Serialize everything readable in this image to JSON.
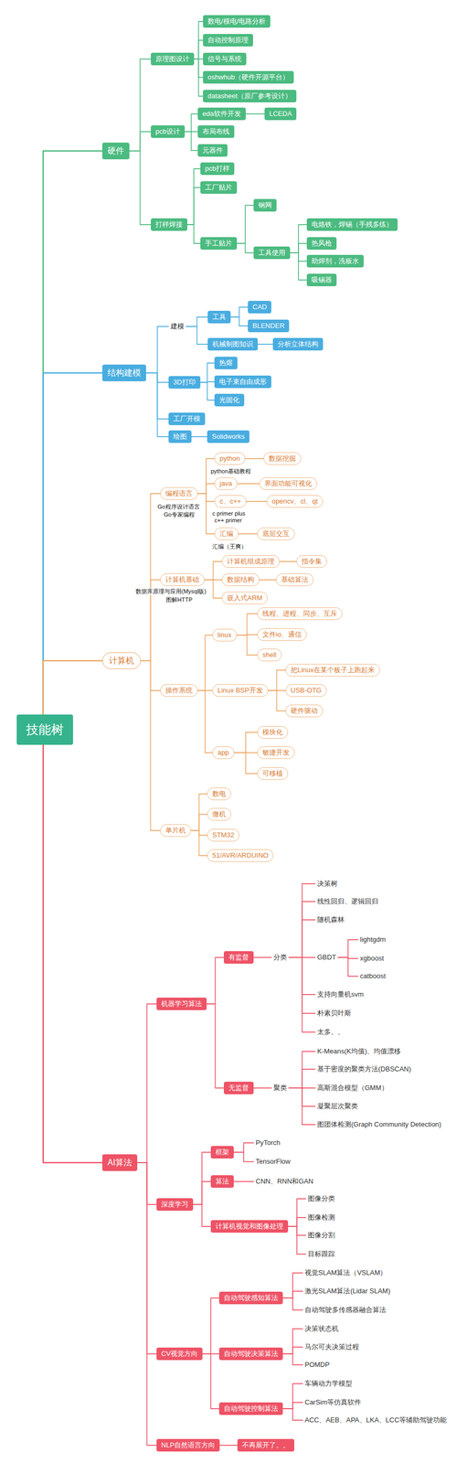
{
  "diagram": {
    "nodes": [
      {
        "text": [
          "技能树"
        ]
      },
      {
        "text": [
          "硬件"
        ]
      },
      {
        "text": [
          "原理图设计"
        ]
      },
      {
        "text": [
          "数电/模电/电路分析"
        ]
      },
      {
        "text": [
          "自动控制原理"
        ]
      },
      {
        "text": [
          "信号与系统"
        ]
      },
      {
        "text": [
          "oshwhub（硬件开源平台）"
        ]
      },
      {
        "text": [
          "datasheet（原厂参考设计）"
        ]
      },
      {
        "text": [
          "pcb设计"
        ]
      },
      {
        "text": [
          "eda软件开发"
        ]
      },
      {
        "text": [
          "LCEDA"
        ]
      },
      {
        "text": [
          "布局布线"
        ]
      },
      {
        "text": [
          "元器件"
        ]
      },
      {
        "text": [
          "打样焊接"
        ]
      },
      {
        "text": [
          "pcb打样"
        ]
      },
      {
        "text": [
          "工厂贴片"
        ]
      },
      {
        "text": [
          "手工贴片"
        ]
      },
      {
        "text": [
          "钢网"
        ]
      },
      {
        "text": [
          "工具使用"
        ]
      },
      {
        "text": [
          "电烙铁，焊锡（手残多练）"
        ]
      },
      {
        "text": [
          "热风枪"
        ]
      },
      {
        "text": [
          "助焊剂，洗板水"
        ]
      },
      {
        "text": [
          "吸锡器"
        ]
      },
      {
        "text": [
          "结构建模"
        ]
      },
      {
        "text": [
          "建模"
        ]
      },
      {
        "text": [
          "工具"
        ]
      },
      {
        "text": [
          "CAD"
        ]
      },
      {
        "text": [
          "BLENDER"
        ]
      },
      {
        "text": [
          "机械制图知识"
        ]
      },
      {
        "text": [
          "分析立体结构"
        ]
      },
      {
        "text": [
          "3D打印"
        ]
      },
      {
        "text": [
          "热熔"
        ]
      },
      {
        "text": [
          "电子束自由成形"
        ]
      },
      {
        "text": [
          "光固化"
        ]
      },
      {
        "text": [
          "工厂开模"
        ]
      },
      {
        "text": [
          "绘图"
        ]
      },
      {
        "text": [
          "Solidworks"
        ]
      },
      {
        "text": [
          "计算机"
        ]
      },
      {
        "text": [
          "编程语言"
        ]
      },
      {
        "text": [
          "python"
        ]
      },
      {
        "text": [
          "数据挖掘"
        ]
      },
      {
        "text": [
          "java"
        ]
      },
      {
        "text": [
          "界面功能可视化"
        ]
      },
      {
        "text": [
          "c、c++"
        ]
      },
      {
        "text": [
          "opencv、cl、qt"
        ]
      },
      {
        "text": [
          "汇编"
        ]
      },
      {
        "text": [
          "底层交互"
        ]
      },
      {
        "text": [
          "计算机基础"
        ]
      },
      {
        "text": [
          "计算机组成原理"
        ]
      },
      {
        "text": [
          "指令集"
        ]
      },
      {
        "text": [
          "数据结构"
        ]
      },
      {
        "text": [
          "基础算法"
        ]
      },
      {
        "text": [
          "嵌入式ARM"
        ]
      },
      {
        "text": [
          "操作系统"
        ]
      },
      {
        "text": [
          "linux"
        ]
      },
      {
        "text": [
          "线程、进程、同步、互斥"
        ]
      },
      {
        "text": [
          "文件io、通信"
        ]
      },
      {
        "text": [
          "shell"
        ]
      },
      {
        "text": [
          "Linux BSP开发"
        ]
      },
      {
        "text": [
          "把Linux在某个板子上跑起来"
        ]
      },
      {
        "text": [
          "USB-OTG"
        ]
      },
      {
        "text": [
          "硬件驱动"
        ]
      },
      {
        "text": [
          "app"
        ]
      },
      {
        "text": [
          "模块化"
        ]
      },
      {
        "text": [
          "敏捷开发"
        ]
      },
      {
        "text": [
          "可移植"
        ]
      },
      {
        "text": [
          "单片机"
        ]
      },
      {
        "text": [
          "数电"
        ]
      },
      {
        "text": [
          "微机"
        ]
      },
      {
        "text": [
          "STM32"
        ]
      },
      {
        "text": [
          "51/AVR/ARDUINO"
        ]
      },
      {
        "text": [
          "AI算法"
        ]
      },
      {
        "text": [
          "机器学习算法"
        ]
      },
      {
        "text": [
          "有监督"
        ]
      },
      {
        "text": [
          "分类"
        ]
      },
      {
        "text": [
          "决策树"
        ]
      },
      {
        "text": [
          "线性回归、逻辑回归"
        ]
      },
      {
        "text": [
          "随机森林"
        ]
      },
      {
        "text": [
          "GBDT"
        ]
      },
      {
        "text": [
          "lightgdm"
        ]
      },
      {
        "text": [
          "xgboost"
        ]
      },
      {
        "text": [
          "catboost"
        ]
      },
      {
        "text": [
          "支持向量机svm"
        ]
      },
      {
        "text": [
          "朴素贝叶斯"
        ]
      },
      {
        "text": [
          "太多。。"
        ]
      },
      {
        "text": [
          "无监督"
        ]
      },
      {
        "text": [
          "聚类"
        ]
      },
      {
        "text": [
          "K-Means(K均值)、均值漂移"
        ]
      },
      {
        "text": [
          "基于密度的聚类方法(DBSCAN)"
        ]
      },
      {
        "text": [
          "高斯混合模型（GMM）"
        ]
      },
      {
        "text": [
          "凝聚层次聚类"
        ]
      },
      {
        "text": [
          "图团体检测(Graph Community Detection)"
        ]
      },
      {
        "text": [
          "深度学习"
        ]
      },
      {
        "text": [
          "框架"
        ]
      },
      {
        "text": [
          "PyTorch"
        ]
      },
      {
        "text": [
          "TensorFlow"
        ]
      },
      {
        "text": [
          "算法"
        ]
      },
      {
        "text": [
          "CNN、RNN和GAN"
        ]
      },
      {
        "text": [
          "计算机视觉和图像处理"
        ]
      },
      {
        "text": [
          "图像分类"
        ]
      },
      {
        "text": [
          "图像检测"
        ]
      },
      {
        "text": [
          "图像分割"
        ]
      },
      {
        "text": [
          "目标跟踪"
        ]
      },
      {
        "text": [
          "CV视觉方向"
        ]
      },
      {
        "text": [
          "自动驾驶感知算法"
        ]
      },
      {
        "text": [
          "视觉SLAM算法（VSLAM）"
        ]
      },
      {
        "text": [
          "激光SLAM算法(Lidar SLAM)"
        ]
      },
      {
        "text": [
          "自动驾驶多传感器融合算法"
        ]
      },
      {
        "text": [
          "自动驾驶决策算法"
        ]
      },
      {
        "text": [
          "决策状态机"
        ]
      },
      {
        "text": [
          "马尔可夫决策过程"
        ]
      },
      {
        "text": [
          "POMDP"
        ]
      },
      {
        "text": [
          "自动驾驶控制算法"
        ]
      },
      {
        "text": [
          "车辆动力学模型"
        ]
      },
      {
        "text": [
          "CarSim等仿真软件"
        ]
      },
      {
        "text": [
          "ACC、AEB、APA、LKA、LCC等辅助驾驶功能"
        ]
      },
      {
        "text": [
          "NLP自然语言方向"
        ]
      },
      {
        "text": [
          "不再展开了。。"
        ]
      }
    ],
    "edges": [
      {
        "from": 0,
        "to": 1,
        "arrow": "none"
      },
      {
        "from": 1,
        "to": 2,
        "arrow": "none"
      },
      {
        "from": 2,
        "to": 3,
        "arrow": "none"
      },
      {
        "from": 2,
        "to": 4,
        "arrow": "none"
      },
      {
        "from": 2,
        "to": 5,
        "arrow": "none"
      },
      {
        "from": 2,
        "to": 6,
        "arrow": "none"
      },
      {
        "from": 2,
        "to": 7,
        "arrow": "none"
      },
      {
        "from": 1,
        "to": 8,
        "arrow": "none"
      },
      {
        "from": 8,
        "to": 9,
        "arrow": "none"
      },
      {
        "from": 9,
        "to": 10,
        "arrow": "none"
      },
      {
        "from": 8,
        "to": 11,
        "arrow": "none"
      },
      {
        "from": 8,
        "to": 12,
        "arrow": "none"
      },
      {
        "from": 1,
        "to": 13,
        "arrow": "none"
      },
      {
        "from": 13,
        "to": 14,
        "arrow": "none"
      },
      {
        "from": 13,
        "to": 15,
        "arrow": "none"
      },
      {
        "from": 13,
        "to": 16,
        "arrow": "none"
      },
      {
        "from": 16,
        "to": 17,
        "arrow": "none"
      },
      {
        "from": 16,
        "to": 18,
        "arrow": "none"
      },
      {
        "from": 18,
        "to": 19,
        "arrow": "none"
      },
      {
        "from": 18,
        "to": 20,
        "arrow": "none"
      },
      {
        "from": 18,
        "to": 21,
        "arrow": "none"
      },
      {
        "from": 18,
        "to": 22,
        "arrow": "none"
      },
      {
        "from": 0,
        "to": 23,
        "arrow": "none"
      },
      {
        "from": 23,
        "to": 24,
        "arrow": "none"
      },
      {
        "from": 24,
        "to": 25,
        "arrow": "none"
      },
      {
        "from": 25,
        "to": 26,
        "arrow": "none"
      },
      {
        "from": 25,
        "to": 27,
        "arrow": "none"
      },
      {
        "from": 24,
        "to": 28,
        "arrow": "none"
      },
      {
        "from": 28,
        "to": 29,
        "arrow": "none"
      },
      {
        "from": 23,
        "to": 30,
        "arrow": "none"
      },
      {
        "from": 30,
        "to": 31,
        "arrow": "none"
      },
      {
        "from": 30,
        "to": 32,
        "arrow": "none"
      },
      {
        "from": 30,
        "to": 33,
        "arrow": "none"
      },
      {
        "from": 23,
        "to": 34,
        "arrow": "none"
      },
      {
        "from": 23,
        "to": 35,
        "arrow": "none"
      },
      {
        "from": 35,
        "to": 36,
        "arrow": "none"
      },
      {
        "from": 0,
        "to": 37,
        "arrow": "none"
      },
      {
        "from": 37,
        "to": 38,
        "arrow": "none"
      },
      {
        "from": 38,
        "to": 39,
        "arrow": "none"
      },
      {
        "from": 39,
        "to": 40,
        "arrow": "none"
      },
      {
        "from": 38,
        "to": 41,
        "arrow": "none"
      },
      {
        "from": 41,
        "to": 42,
        "arrow": "none"
      },
      {
        "from": 38,
        "to": 43,
        "arrow": "none"
      },
      {
        "from": 43,
        "to": 44,
        "arrow": "none"
      },
      {
        "from": 38,
        "to": 45,
        "arrow": "none"
      },
      {
        "from": 45,
        "to": 46,
        "arrow": "none"
      },
      {
        "from": 37,
        "to": 47,
        "arrow": "none"
      },
      {
        "from": 47,
        "to": 48,
        "arrow": "none"
      },
      {
        "from": 48,
        "to": 49,
        "arrow": "none"
      },
      {
        "from": 47,
        "to": 50,
        "arrow": "none"
      },
      {
        "from": 50,
        "to": 51,
        "arrow": "none"
      },
      {
        "from": 47,
        "to": 52,
        "arrow": "none"
      },
      {
        "from": 37,
        "to": 53,
        "arrow": "none"
      },
      {
        "from": 53,
        "to": 54,
        "arrow": "none"
      },
      {
        "from": 54,
        "to": 55,
        "arrow": "none"
      },
      {
        "from": 54,
        "to": 56,
        "arrow": "none"
      },
      {
        "from": 54,
        "to": 57,
        "arrow": "none"
      },
      {
        "from": 53,
        "to": 58,
        "arrow": "none"
      },
      {
        "from": 58,
        "to": 59,
        "arrow": "none"
      },
      {
        "from": 58,
        "to": 60,
        "arrow": "none"
      },
      {
        "from": 58,
        "to": 61,
        "arrow": "none"
      },
      {
        "from": 53,
        "to": 62,
        "arrow": "none"
      },
      {
        "from": 62,
        "to": 63,
        "arrow": "none"
      },
      {
        "from": 62,
        "to": 64,
        "arrow": "none"
      },
      {
        "from": 62,
        "to": 65,
        "arrow": "none"
      },
      {
        "from": 37,
        "to": 66,
        "arrow": "none"
      },
      {
        "from": 66,
        "to": 67,
        "arrow": "none"
      },
      {
        "from": 66,
        "to": 68,
        "arrow": "none"
      },
      {
        "from": 66,
        "to": 69,
        "arrow": "none"
      },
      {
        "from": 66,
        "to": 70,
        "arrow": "none"
      },
      {
        "from": 0,
        "to": 71,
        "arrow": "none"
      },
      {
        "from": 71,
        "to": 72,
        "arrow": "none"
      },
      {
        "from": 72,
        "to": 73,
        "arrow": "none"
      },
      {
        "from": 73,
        "to": 74,
        "arrow": "none"
      },
      {
        "from": 74,
        "to": 75,
        "arrow": "none"
      },
      {
        "from": 74,
        "to": 76,
        "arrow": "none"
      },
      {
        "from": 74,
        "to": 77,
        "arrow": "none"
      },
      {
        "from": 74,
        "to": 78,
        "arrow": "none"
      },
      {
        "from": 78,
        "to": 79,
        "arrow": "none"
      },
      {
        "from": 78,
        "to": 80,
        "arrow": "none"
      },
      {
        "from": 78,
        "to": 81,
        "arrow": "none"
      },
      {
        "from": 74,
        "to": 82,
        "arrow": "none"
      },
      {
        "from": 74,
        "to": 83,
        "arrow": "none"
      },
      {
        "from": 74,
        "to": 84,
        "arrow": "none"
      },
      {
        "from": 72,
        "to": 85,
        "arrow": "none"
      },
      {
        "from": 85,
        "to": 86,
        "arrow": "none"
      },
      {
        "from": 86,
        "to": 87,
        "arrow": "none"
      },
      {
        "from": 86,
        "to": 88,
        "arrow": "none"
      },
      {
        "from": 86,
        "to": 89,
        "arrow": "none"
      },
      {
        "from": 86,
        "to": 90,
        "arrow": "none"
      },
      {
        "from": 86,
        "to": 91,
        "arrow": "none"
      },
      {
        "from": 71,
        "to": 92,
        "arrow": "none"
      },
      {
        "from": 92,
        "to": 93,
        "arrow": "none"
      },
      {
        "from": 93,
        "to": 94,
        "arrow": "none"
      },
      {
        "from": 93,
        "to": 95,
        "arrow": "none"
      },
      {
        "from": 92,
        "to": 96,
        "arrow": "none"
      },
      {
        "from": 96,
        "to": 97,
        "arrow": "none"
      },
      {
        "from": 92,
        "to": 98,
        "arrow": "none"
      },
      {
        "from": 98,
        "to": 99,
        "arrow": "none"
      },
      {
        "from": 98,
        "to": 100,
        "arrow": "none"
      },
      {
        "from": 98,
        "to": 101,
        "arrow": "none"
      },
      {
        "from": 98,
        "to": 102,
        "arrow": "none"
      },
      {
        "from": 71,
        "to": 103,
        "arrow": "none"
      },
      {
        "from": 103,
        "to": 104,
        "arrow": "none"
      },
      {
        "from": 104,
        "to": 105,
        "arrow": "none"
      },
      {
        "from": 104,
        "to": 106,
        "arrow": "none"
      },
      {
        "from": 104,
        "to": 107,
        "arrow": "none"
      },
      {
        "from": 103,
        "to": 108,
        "arrow": "none"
      },
      {
        "from": 108,
        "to": 109,
        "arrow": "none"
      },
      {
        "from": 108,
        "to": 110,
        "arrow": "none"
      },
      {
        "from": 108,
        "to": 111,
        "arrow": "none"
      },
      {
        "from": 103,
        "to": 112,
        "arrow": "none"
      },
      {
        "from": 112,
        "to": 113,
        "arrow": "none"
      },
      {
        "from": 112,
        "to": 114,
        "arrow": "none"
      },
      {
        "from": 112,
        "to": 115,
        "arrow": "none"
      },
      {
        "from": 71,
        "to": 116,
        "arrow": "none"
      },
      {
        "from": 116,
        "to": 117,
        "arrow": "none"
      }
    ],
    "labels": [
      "python基础教程",
      "Go程序设计语言",
      "Go专家编程",
      "c primer plus",
      "c++ primer",
      "汇编（王爽）",
      "数据库原理与应用(Mysql版)",
      "图解HTTP"
    ]
  }
}
